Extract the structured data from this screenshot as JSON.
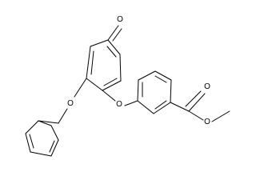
{
  "diagram": {
    "atom_labels": {
      "aldehyde_o": "O",
      "ether_o_left": "O",
      "ether_o_right": "O",
      "ester_carbonyl_o": "O",
      "ester_alkoxy_o": "O"
    },
    "colors": {
      "line": "#000000",
      "text": "#000000",
      "background": "#ffffff"
    }
  }
}
